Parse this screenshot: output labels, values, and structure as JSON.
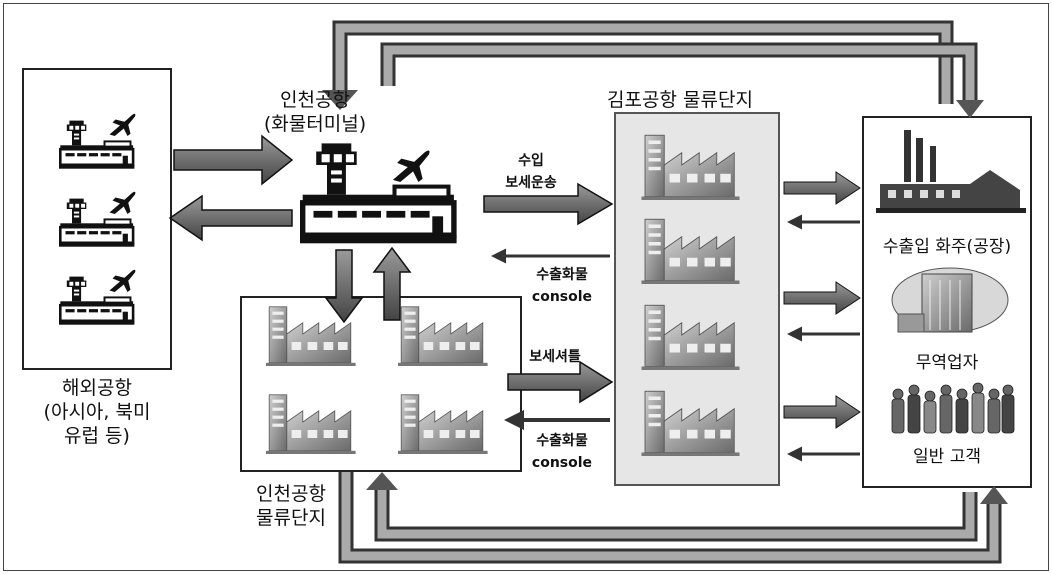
{
  "nodes": {
    "overseas": "해외공항\n(아시아, 북미\n유럽 등)",
    "incheon_terminal": "인천공항\n(화물터미널)",
    "gimpo": "김포공항 물류단지",
    "incheon_logistics": "인천공항\n물류단지",
    "shipper": "수출입 화주(공장)",
    "trader": "무역업자",
    "customer": "일반 고객"
  },
  "edges": {
    "import_bonded": "수입\n보세운송",
    "export_console_1": "수출화물\nconsole",
    "bonded_shuttle": "보세셔틀",
    "export_console_2": "수출화물\nconsole"
  }
}
